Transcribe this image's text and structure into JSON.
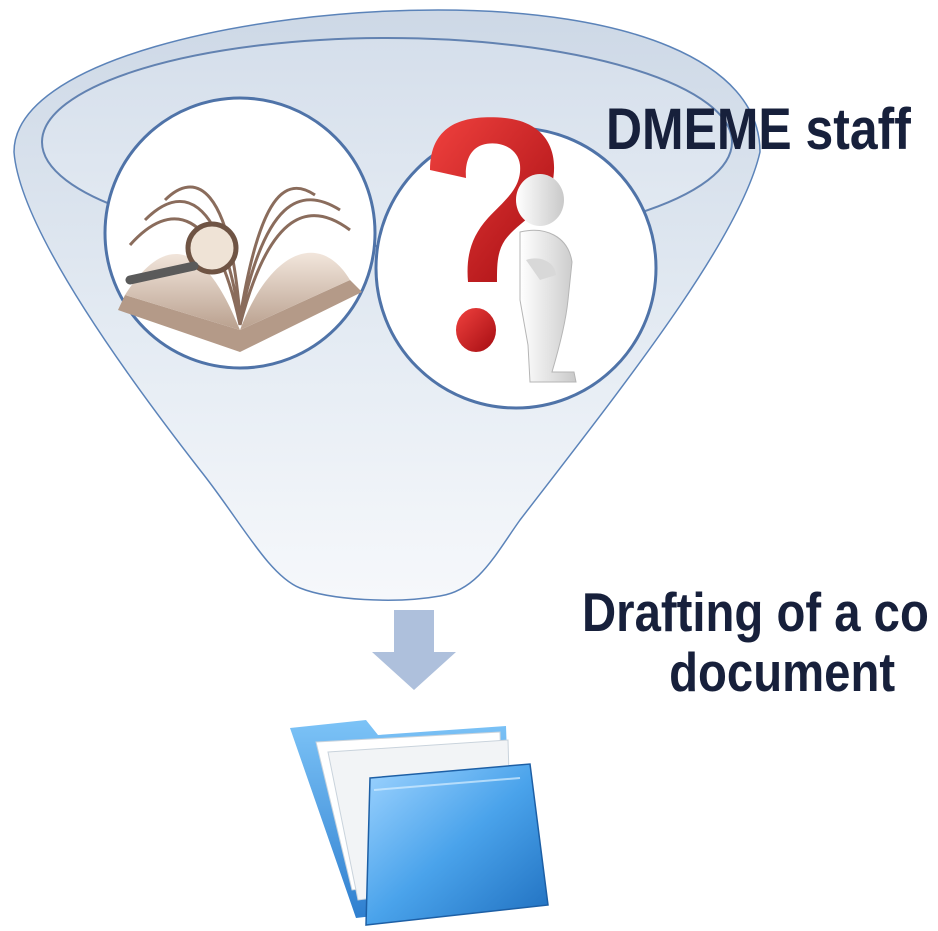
{
  "labels": {
    "staff": "DMEME staff",
    "drafting_line1": "Drafting of a co",
    "drafting_line2": "document"
  },
  "colors": {
    "funnel_fill": "#d4deea",
    "funnel_stroke": "#5b83b9",
    "circle_stroke": "#4f73a8",
    "arrow": "#aec0dc",
    "label_text": "#17203b",
    "question_mark": "#d1141b",
    "folder": "#3b8fd6"
  },
  "icons": {
    "left_circle": "open-book-with-magnifier-icon",
    "right_circle": "thinking-figure-with-question-mark-icon",
    "output": "folder-with-documents-icon"
  }
}
